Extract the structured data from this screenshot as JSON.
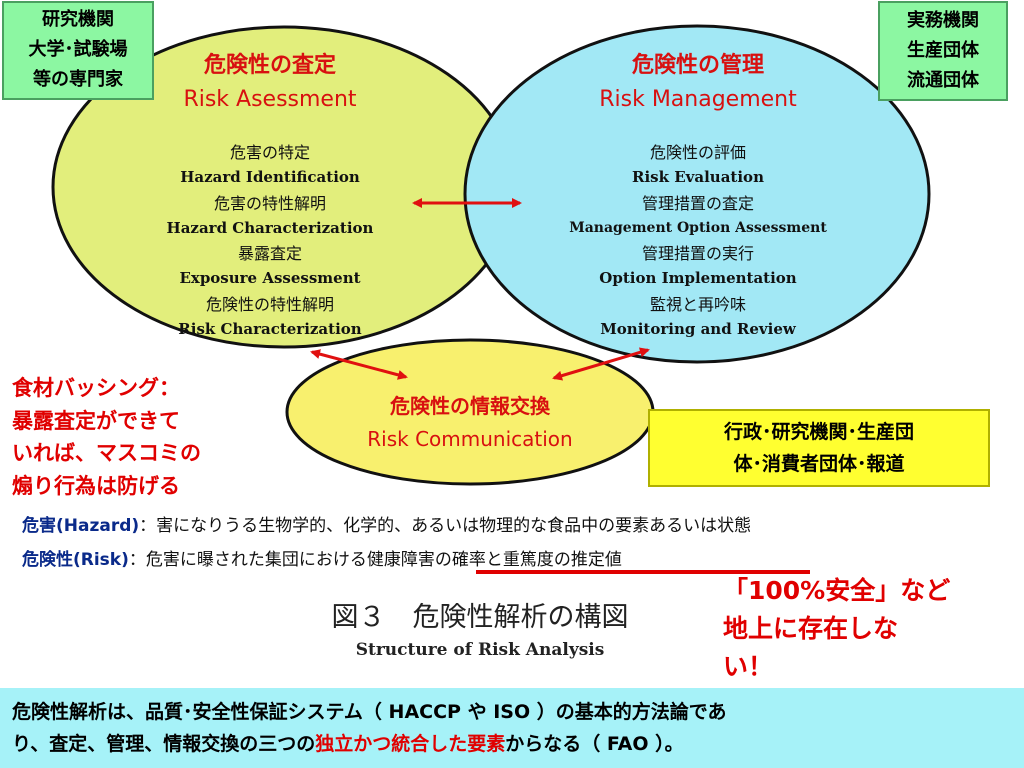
{
  "risk_assessment": {
    "title_jp": "危険性の査定",
    "title_en": "Risk Asessment",
    "items": [
      "危害の特定",
      "Hazard Identification",
      "危害の特性解明",
      "Hazard Characterization",
      "暴露査定",
      "Exposure Assessment",
      "危険性の特性解明",
      "Risk Characterization"
    ]
  },
  "risk_management": {
    "title_jp": "危険性の管理",
    "title_en": "Risk Management",
    "items": [
      "危険性の評価",
      "Risk Evaluation",
      "管理措置の査定",
      "Management Option Assessment",
      "管理措置の実行",
      "Option Implementation",
      "監視と再吟味",
      "Monitoring and Review"
    ]
  },
  "risk_communication": {
    "title_jp": "危険性の情報交換",
    "title_en": "Risk Communication"
  },
  "box_research": {
    "line1": "研究機関",
    "line2": "大学･試験場",
    "line3": "等の専門家"
  },
  "box_practice": {
    "line1": "実務機関",
    "line2": "生産団体",
    "line3": "流通団体"
  },
  "box_stakeholders": {
    "line1": "行政･研究機関･生産団",
    "line2": "体･消費者団体･報道"
  },
  "note_bashing": {
    "line1": "食材バッシング：",
    "line2": "暴露査定ができて",
    "line3": "いれば、マスコミの",
    "line4": "煽り行為は防げる"
  },
  "note_safety": {
    "line1": "「100%安全」など",
    "line2": "地上に存在しな",
    "line3": "い！"
  },
  "definitions": {
    "hazard_term": "危害(Hazard)",
    "hazard_text": "：害になりうる生物学的、化学的、あるいは物理的な食品中の要素あるいは状態",
    "risk_term": "危険性(Risk)",
    "risk_text_a": "：危害に曝された集団における",
    "risk_text_b": "健康障害の確率と重篤度の推定値"
  },
  "figure_caption": {
    "jp": "図３　危険性解析の構図",
    "en": "Structure of Risk Analysis"
  },
  "summary": {
    "part1": "危険性解析は、品質･安全性保証システム（ HACCP や ISO ）の基本的方法論であ",
    "part2": "り、査定、管理、情報交換の三つの",
    "highlight": "独立かつ統合した要素",
    "part3": "からなる（ FAO ）。"
  },
  "colors": {
    "assessment_fill": "#e2ee7c",
    "management_fill": "#a2e8f5",
    "communication_fill": "#f8f06e",
    "arrow": "#e01010",
    "box_green": "#8cf7a2",
    "box_yellow": "#ffff30",
    "summary_bg": "#a6f2f8"
  }
}
